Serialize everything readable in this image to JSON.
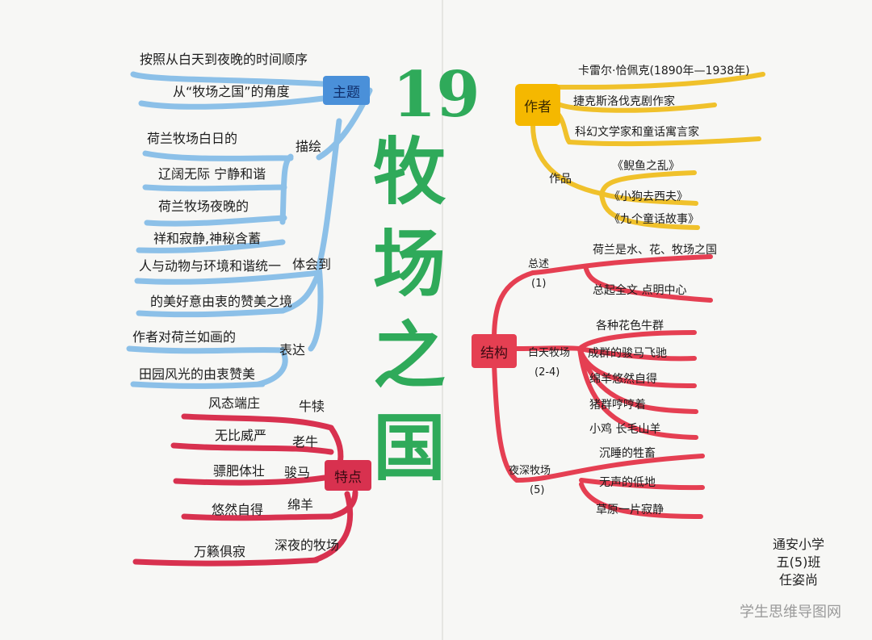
{
  "title": {
    "number": "19",
    "chars": [
      "牧",
      "场",
      "之",
      "国"
    ]
  },
  "colors": {
    "theme": "#7fb6e3",
    "features": "#d8314f",
    "author": "#f0c12b",
    "structure": "#e53f52",
    "title": "#2faa5a"
  },
  "theme_branch": {
    "label": "主题",
    "lines": [
      "按照从白天到夜晚的时间顺序",
      "从“牧场之国”的角度"
    ],
    "groups": [
      {
        "label": "描绘",
        "lines": [
          "荷兰牧场白日的",
          "辽阔无际  宁静和谐",
          "荷兰牧场夜晚的",
          "祥和寂静,神秘含蓄"
        ]
      },
      {
        "label": "体会到",
        "lines": [
          "人与动物与环境和谐统一",
          "的美好意由衷的赞美之境"
        ]
      },
      {
        "label": "表达",
        "lines": [
          "作者对荷兰如画的",
          "田园风光的由衷赞美"
        ]
      }
    ]
  },
  "features_branch": {
    "label": "特点",
    "rows": [
      {
        "left": "风态端庄",
        "right": "牛犊"
      },
      {
        "left": "无比威严",
        "right": "老牛"
      },
      {
        "left": "骠肥体壮",
        "right": "骏马"
      },
      {
        "left": "悠然自得",
        "right": "绵羊"
      },
      {
        "left": "万籁俱寂",
        "right": "深夜的牧场"
      }
    ]
  },
  "author_branch": {
    "label": "作者",
    "lines": [
      "卡雷尔·恰佩克(1890年—1938年)",
      "捷克斯洛伐克剧作家",
      "科幻文学家和童话寓言家"
    ],
    "works_label": "作品",
    "works": [
      "《鲵鱼之乱》",
      "《小狗去西夫》",
      "《九个童话故事》"
    ]
  },
  "structure_branch": {
    "label": "结构",
    "sections": [
      {
        "label": "总述",
        "para": "(1)",
        "items": [
          "荷兰是水、花、牧场之国",
          "总起全文  点明中心"
        ]
      },
      {
        "label": "白天牧场",
        "para": "(2-4)",
        "items": [
          "各种花色牛群",
          "成群的骏马飞驰",
          "绵羊悠然自得",
          "猪群哼哼着",
          "小鸡    长毛山羊"
        ]
      },
      {
        "label": "夜深牧场",
        "para": "(5)",
        "items": [
          "沉睡的牲畜",
          "无声的低地",
          "草原一片寂静"
        ]
      }
    ]
  },
  "signature": [
    "通安小学",
    "五(5)班",
    "任姿尚"
  ],
  "watermark": "学生思维导图网"
}
